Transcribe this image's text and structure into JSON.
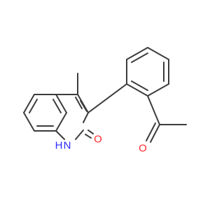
{
  "molecule": {
    "atoms": {
      "n1_label": "N",
      "h1_label": "H",
      "o1_label": "O",
      "o2_label": "O"
    },
    "colors": {
      "bond": "#3c3c3c",
      "nitrogen": "#2a2aff",
      "oxygen": "#ff2a2a"
    }
  }
}
